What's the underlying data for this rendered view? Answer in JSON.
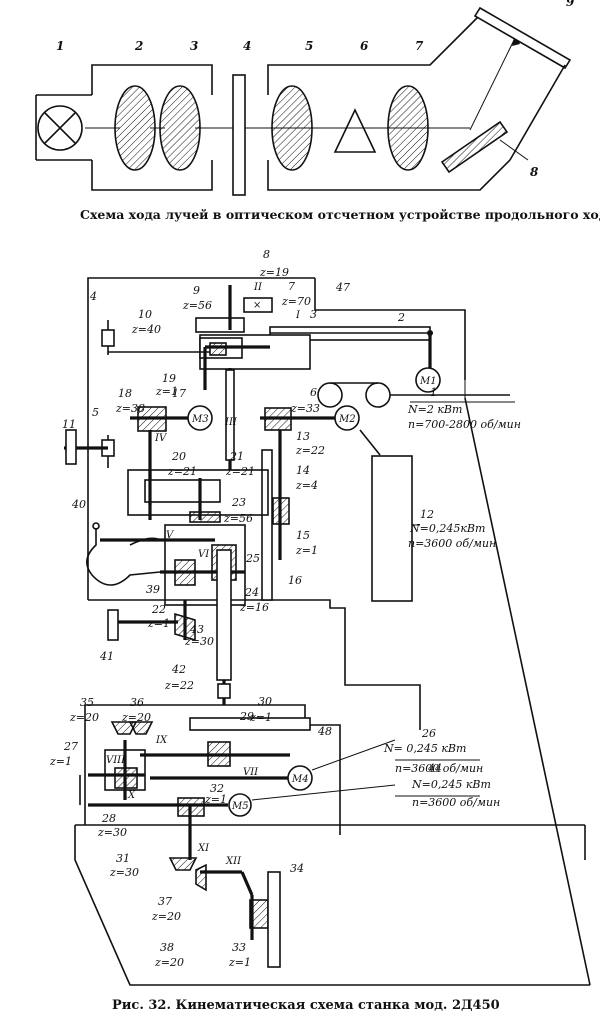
{
  "optical_caption": "Схема хода лучей в оптическом отсчетном устройстве продольного хода",
  "figure_caption": "Рис. 32. Кинематическая схема станка мод. 2Д450",
  "optical_labels": [
    "1",
    "2",
    "3",
    "4",
    "5",
    "6",
    "7",
    "8",
    "9"
  ],
  "gear_labels": {
    "g8": "z=19",
    "g9": "z=56",
    "g7": "z=70",
    "g10": "z=40",
    "g18": "z=38",
    "g19": "z=1",
    "g6": "z=33",
    "g13": "z=22",
    "g14": "z=4",
    "g15": "z=1",
    "g20": "z=21",
    "g21": "z=21",
    "g23": "z=56",
    "g22": "z=1",
    "g24": "z=16",
    "g43": "z=30",
    "g42": "z=22",
    "g35": "z=20",
    "g36": "z=20",
    "g30": "z=1",
    "g27": "z=1",
    "g28": "z=30",
    "g32": "z=1",
    "g31": "z=30",
    "g37": "z=20",
    "g38": "z=20",
    "g33": "z=1"
  },
  "part_numbers": {
    "p1": "1",
    "p2": "2",
    "p3": "3",
    "p4": "4",
    "p5": "5",
    "p6": "6",
    "p7": "7",
    "p8": "8",
    "p9": "9",
    "p10": "10",
    "p11": "11",
    "p12": "12",
    "p13": "13",
    "p14": "14",
    "p15": "15",
    "p16": "16",
    "p17": "17",
    "p18": "18",
    "p19": "19",
    "p20": "20",
    "p21": "21",
    "p22": "22",
    "p23": "23",
    "p24": "24",
    "p25": "25",
    "p26": "26",
    "p27": "27",
    "p28": "28",
    "p29": "29",
    "p30": "30",
    "p31": "31",
    "p32": "32",
    "p33": "33",
    "p34": "34",
    "p35": "35",
    "p36": "36",
    "p37": "37",
    "p38": "38",
    "p39": "39",
    "p40": "40",
    "p41": "41",
    "p42": "42",
    "p43": "43",
    "p44": "44",
    "p47": "47",
    "p48": "48"
  },
  "shaft_labels": {
    "I": "I",
    "II": "II",
    "III": "III",
    "IV": "IV",
    "V": "V",
    "VI": "VI",
    "VII": "VII",
    "VIII": "VIII",
    "IX": "IX",
    "X": "X",
    "XI": "XI",
    "XII": "XII"
  },
  "motors": {
    "M1": "M1",
    "M2": "M2",
    "M3": "M3",
    "M4": "M4",
    "M5": "M5"
  },
  "motor_specs": {
    "m1_power": "N=2 кВт",
    "m1_speed": "n=700-2800 об/мин",
    "m2_power": "N=0,245кВт",
    "m2_speed": "n=3600 об/мин",
    "m4_power": "N= 0,245 кВт",
    "m4_speed": "n=3600 об/мин",
    "m5_power": "N=0,245 кВт",
    "m5_speed": "n=3600 об/мин"
  }
}
